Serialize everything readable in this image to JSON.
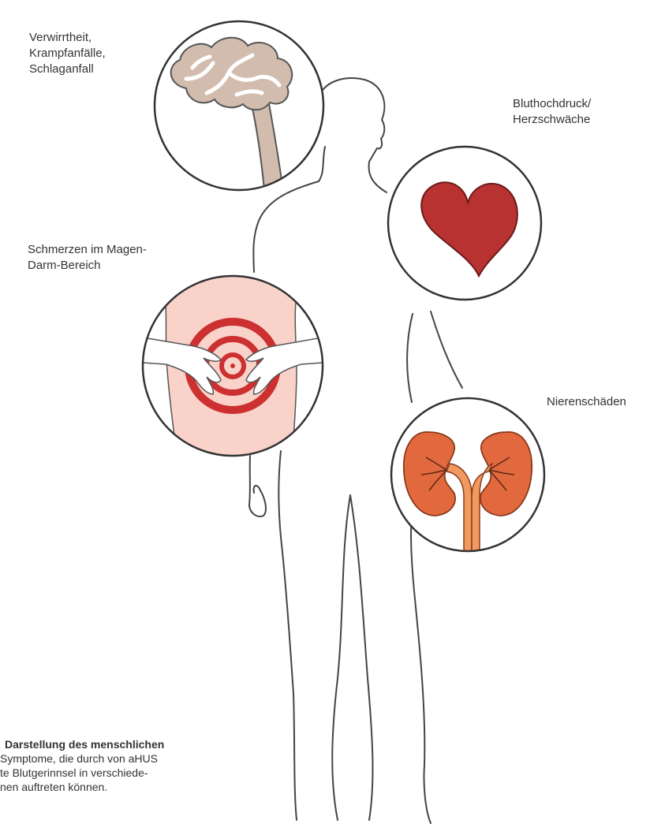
{
  "labels": {
    "brain": "Verwirrtheit,\nKrampfanfälle,\nSchlaganfall",
    "heart": "Bluthochdruck/\nHerzschwäche",
    "abdomen": "Schmerzen im Magen-\nDarm-Bereich",
    "kidney": "Nierenschäden"
  },
  "caption": {
    "line1": "Darstellung des menschlichen",
    "line2": "Symptome, die durch von aHUS",
    "line3": "te Blutgerinnsel in verschiede-",
    "line4": "nen auftreten können."
  },
  "colors": {
    "outline": "#444444",
    "brain": "#d2bcae",
    "heart": "#b83232",
    "abdomen_bg": "#f9d3ca",
    "target": "#cc3030",
    "kidney": "#e2683e",
    "kidney_vessel": "#f09a60"
  },
  "icons": [
    "brain-icon",
    "heart-icon",
    "abdomen-target-icon",
    "kidneys-icon",
    "body-silhouette"
  ]
}
